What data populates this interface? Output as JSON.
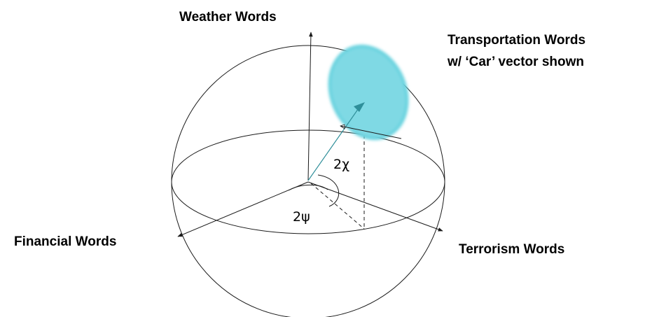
{
  "labels": {
    "weather": "Weather Words",
    "transportation_line1": "Transportation Words",
    "transportation_line2": "w/  ‘Car’ vector shown",
    "financial": "Financial Words",
    "terrorism": "Terrorism Words"
  },
  "angles": {
    "chi": "2χ",
    "psi": "2ψ"
  },
  "colors": {
    "blob_fill": "#7fd9e4",
    "blob_edge": "#5fd0dd",
    "vector": "#2f8f9a"
  }
}
